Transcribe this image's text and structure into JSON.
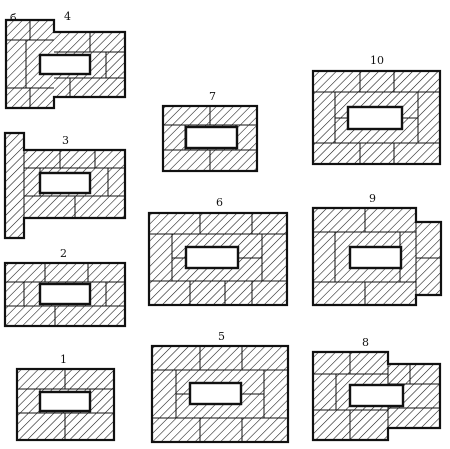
{
  "figures": [
    {
      "id": "fig-4",
      "label": "4"
    },
    {
      "id": "fig-b",
      "label": "б"
    },
    {
      "id": "fig-3",
      "label": "3"
    },
    {
      "id": "fig-2",
      "label": "2"
    },
    {
      "id": "fig-1",
      "label": "1"
    },
    {
      "id": "fig-7",
      "label": "7"
    },
    {
      "id": "fig-6",
      "label": "6"
    },
    {
      "id": "fig-5",
      "label": "5"
    },
    {
      "id": "fig-10",
      "label": "10"
    },
    {
      "id": "fig-9",
      "label": "9"
    },
    {
      "id": "fig-8",
      "label": "8"
    }
  ],
  "colors": {
    "line": "#111111",
    "background": "#ffffff",
    "hole": "#ffffff"
  }
}
